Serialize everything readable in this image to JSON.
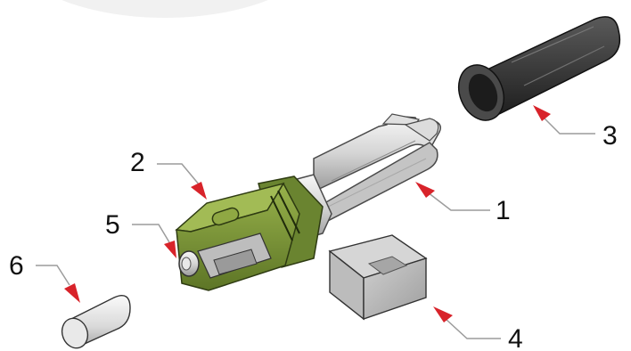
{
  "figure": {
    "kind": "exploded view of a fiber optic SC connector",
    "background": "#ffffff",
    "backdrop_circle": "#f1f1f1",
    "leader_color": "#9c9c9c",
    "arrowhead_color": "#d8232a",
    "body_color": "#7e9a3a",
    "body_dark": "#4f6521",
    "metal_light": "#e6e6e6",
    "metal_mid": "#b9b9b9",
    "boot_color": "#3a3a3a"
  },
  "callouts": [
    {
      "id": "c1",
      "number": "1",
      "part": "ferrule-assembly"
    },
    {
      "id": "c2",
      "number": "2",
      "part": "connector-housing"
    },
    {
      "id": "c3",
      "number": "3",
      "part": "strain-relief-boot"
    },
    {
      "id": "c4",
      "number": "4",
      "part": "crimp-cap"
    },
    {
      "id": "c5",
      "number": "5",
      "part": "ferrule-tip"
    },
    {
      "id": "c6",
      "number": "6",
      "part": "dust-cap"
    }
  ]
}
